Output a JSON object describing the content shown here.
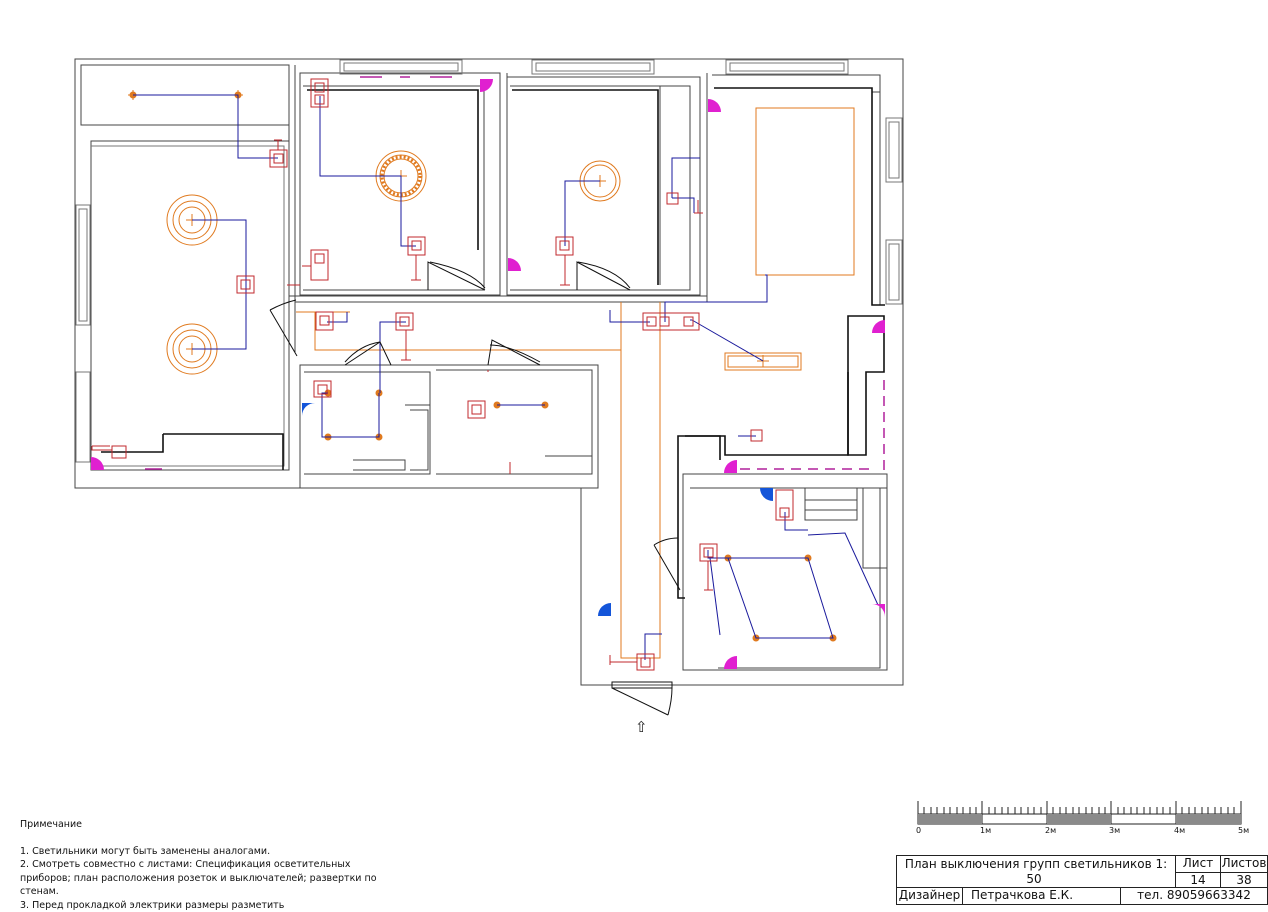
{
  "drawing": {
    "entrance_arrow": "⇧"
  },
  "colors": {
    "wall": "#333333",
    "light_fixture": "#e07a1f",
    "switch": "#c0282d",
    "wiring": "#1a1a9c",
    "door_pink": "#e020d0",
    "door_blue": "#1455d9"
  },
  "notes": {
    "heading": "Примечание",
    "items": [
      "1. Светильники могут быть заменены аналогами.",
      "2. Смотреть совместно с листами: Спецификация осветительных приборов; план расположения розеток и выключателей; развертки по стенам.",
      "3. Перед прокладкой электрики размеры разметить"
    ]
  },
  "scale_bar": {
    "labels": [
      "0",
      "1м",
      "2м",
      "3м",
      "4м",
      "5м"
    ]
  },
  "title_block": {
    "title": "План выключения групп светильников 1:",
    "scale": "50",
    "sheet_label": "Лист",
    "sheets_label": "Листов",
    "sheet": "14",
    "sheets": "38",
    "designer_label": "Дизайнер",
    "designer_name": "Петрачкова Е.К.",
    "phone": "тел. 89059663342"
  }
}
